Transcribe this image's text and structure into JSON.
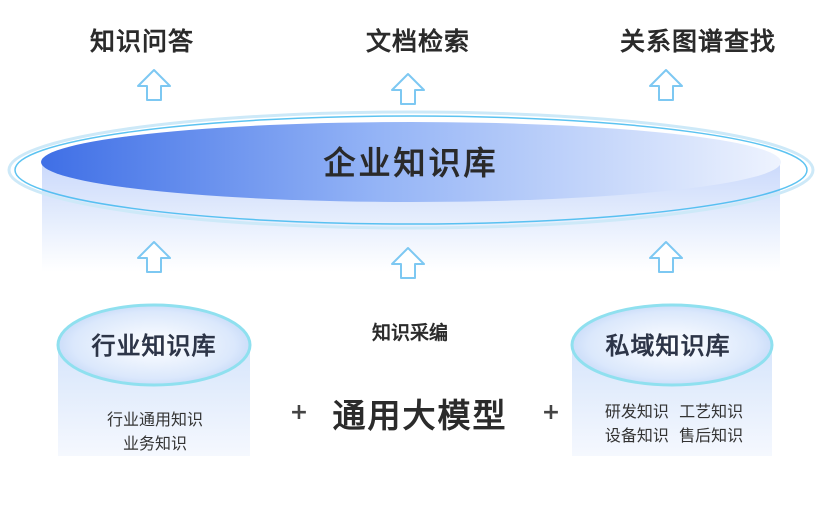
{
  "outputs": [
    "知识问答",
    "文档检索",
    "关系图谱查找"
  ],
  "central": {
    "title": "企业知识库"
  },
  "process": {
    "label": "知识采编"
  },
  "sources": {
    "industry": {
      "title": "行业知识库",
      "items": [
        "行业通用知识",
        "业务知识"
      ]
    },
    "model": {
      "title": "通用大模型"
    },
    "private": {
      "title": "私域知识库",
      "items": [
        "研发知识  工艺知识",
        "设备知识  售后知识"
      ]
    }
  },
  "operators": [
    "+",
    "+"
  ],
  "colors": {
    "accent": "#4a7ff0",
    "ring": "#6fd6f0",
    "text": "#2b2b2b",
    "arrow": "#7dc8f2"
  }
}
